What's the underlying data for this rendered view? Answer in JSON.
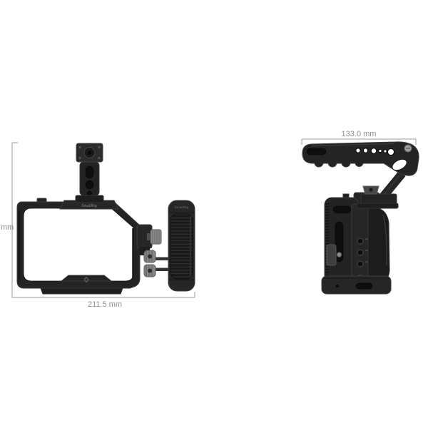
{
  "colors": {
    "background": "#ffffff",
    "dimension_line": "#9b9b9b",
    "dimension_text": "#8f8f8f",
    "product_body": "#242424",
    "product_recess": "#0e0e0e",
    "product_edge": "#3c3c3c",
    "knob_silver": "#8d8d8d"
  },
  "front_view": {
    "height_dimension_label": "mm",
    "width_dimension_label": "211.5 mm",
    "cage_logo_text": "SmallRig",
    "handle_logo_text": "SmallRig"
  },
  "side_view": {
    "width_dimension_label": "133.0 mm"
  }
}
